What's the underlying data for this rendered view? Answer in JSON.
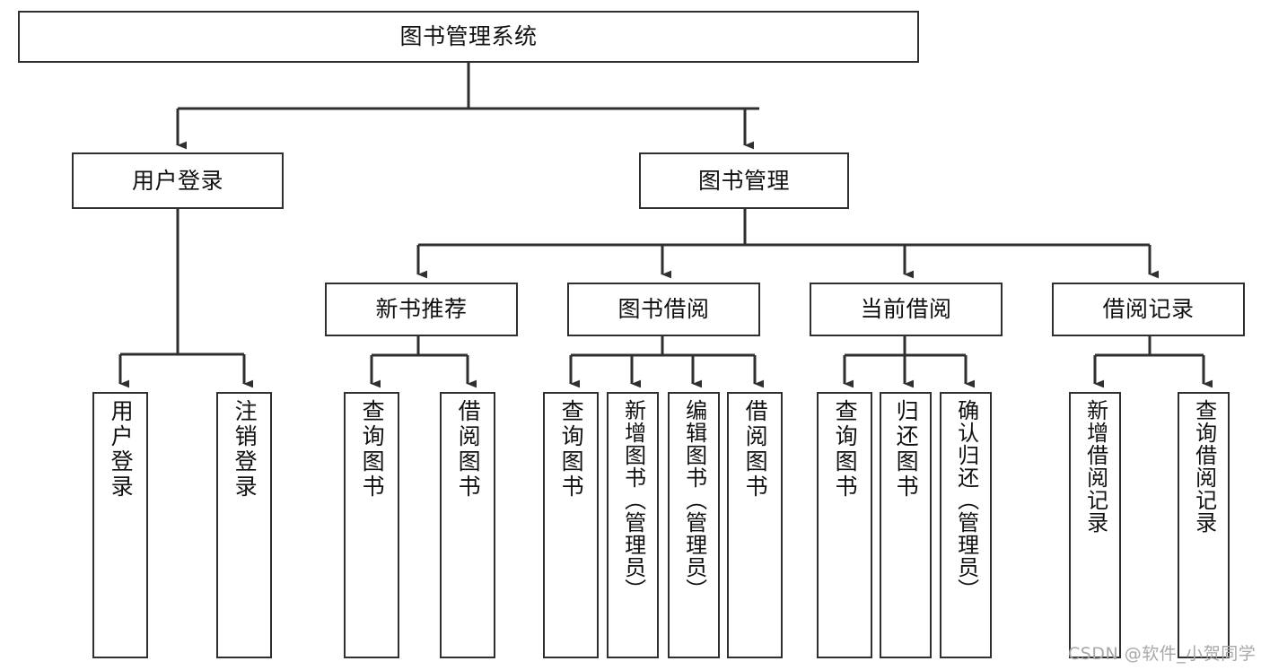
{
  "diagram": {
    "type": "tree",
    "title": "图书管理系统",
    "watermark": "CSDN @软件_小贺同学",
    "colors": {
      "box_border": "#2f2f2f",
      "box_fill": "#ffffff",
      "connector": "#2f2f2f",
      "text": "#111111",
      "watermark": "#a8a8a8"
    },
    "nodes": {
      "root": {
        "label": "图书管理系统"
      },
      "level2": [
        {
          "label": "用户登录"
        },
        {
          "label": "图书管理"
        }
      ],
      "level3": [
        {
          "label": "新书推荐"
        },
        {
          "label": "图书借阅"
        },
        {
          "label": "当前借阅"
        },
        {
          "label": "借阅记录"
        }
      ],
      "leaves": {
        "user_login": [
          {
            "label": "用户登录"
          },
          {
            "label": "注销登录"
          }
        ],
        "new_book_recommend": [
          {
            "label": "查询图书"
          },
          {
            "label": "借阅图书"
          }
        ],
        "book_borrow": [
          {
            "label": "查询图书"
          },
          {
            "label": "新增图书（管理员）"
          },
          {
            "label": "编辑图书（管理员）"
          },
          {
            "label": "借阅图书"
          }
        ],
        "current_borrow": [
          {
            "label": "查询图书"
          },
          {
            "label": "归还图书"
          },
          {
            "label": "确认归还（管理员）"
          }
        ],
        "borrow_record": [
          {
            "label": "新增借阅记录"
          },
          {
            "label": "查询借阅记录"
          }
        ]
      }
    }
  }
}
